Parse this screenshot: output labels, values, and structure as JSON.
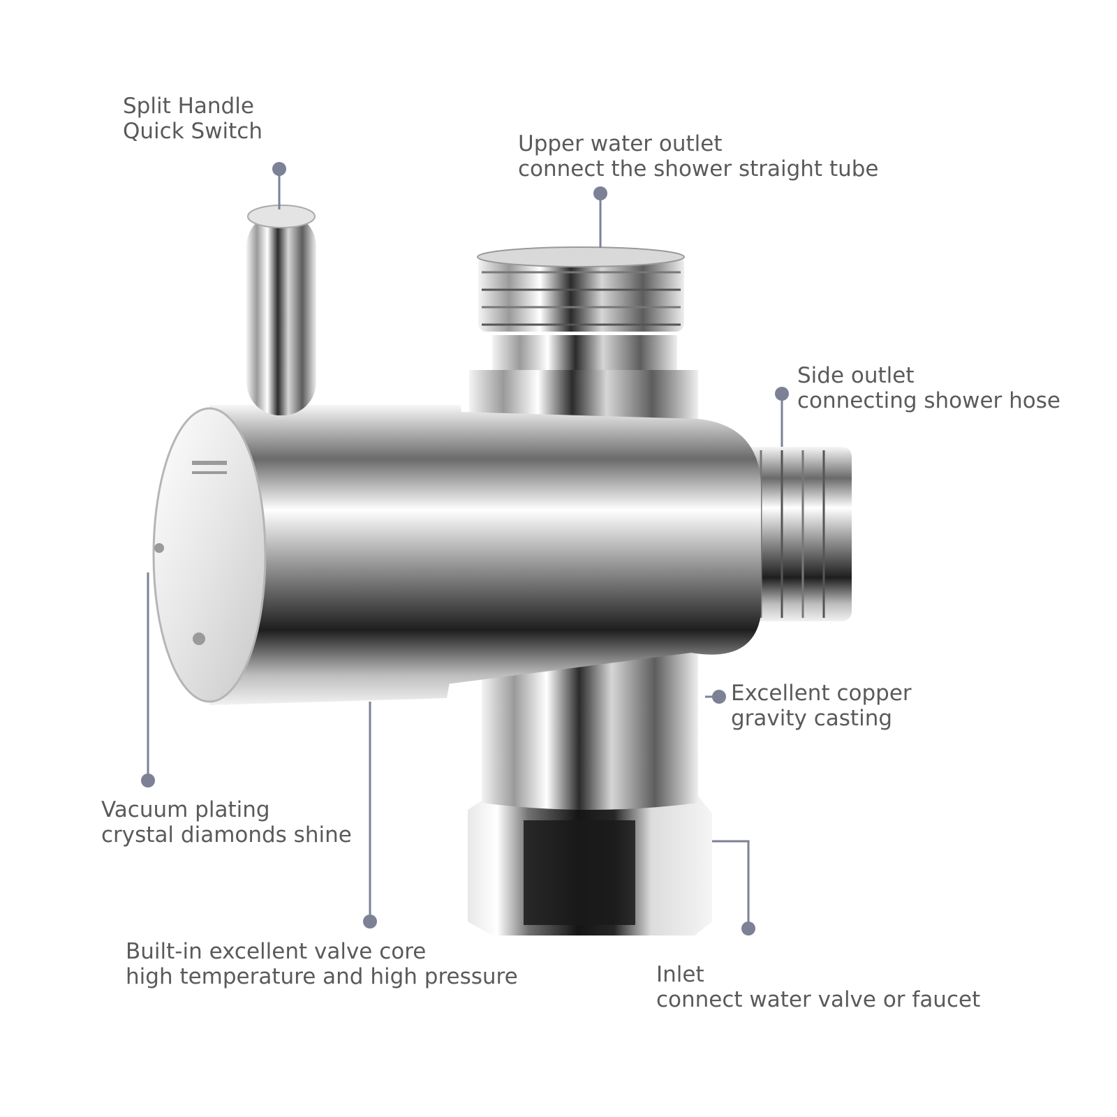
{
  "accent_color": "#7c8196",
  "annotations": {
    "split_handle": {
      "line1": "Split Handle",
      "line2": "Quick Switch"
    },
    "upper_outlet": {
      "line1": "Upper water outlet",
      "line2": "connect the shower straight tube"
    },
    "side_outlet": {
      "line1": "Side outlet",
      "line2": "connecting shower hose"
    },
    "copper_casting": {
      "line1": "Excellent copper",
      "line2": "gravity casting"
    },
    "vacuum_plating": {
      "line1": "Vacuum plating",
      "line2": "crystal diamonds shine"
    },
    "valve_core": {
      "line1": "Built-in excellent valve core",
      "line2": "high temperature and high pressure"
    },
    "inlet": {
      "line1": "Inlet",
      "line2": "connect water valve or faucet"
    }
  }
}
